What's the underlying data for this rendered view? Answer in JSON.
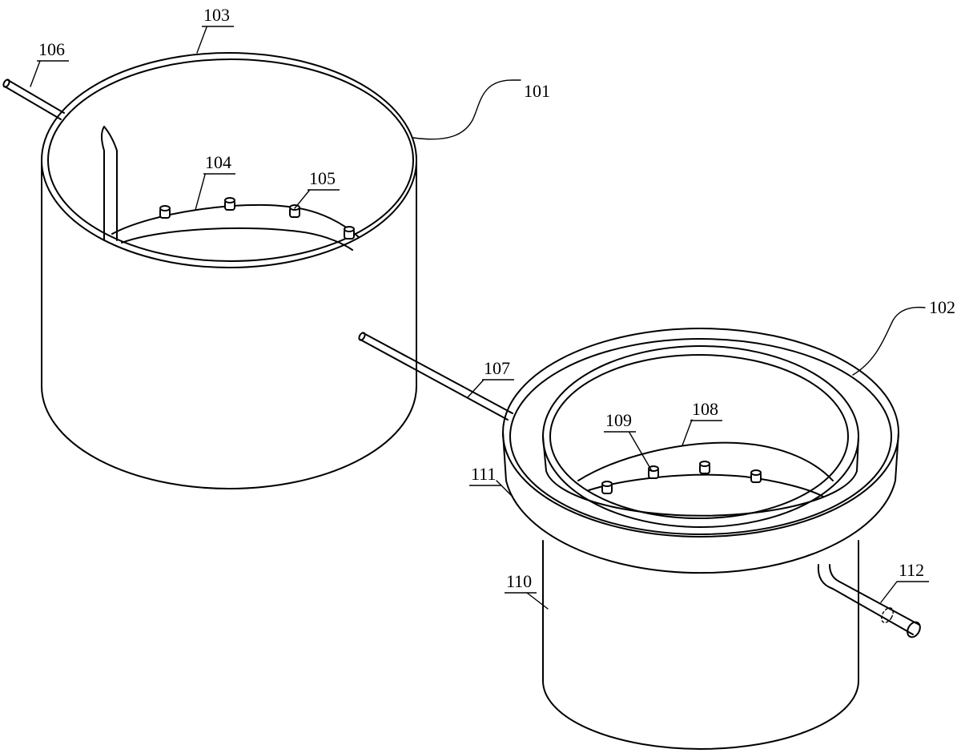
{
  "labels": {
    "l101": "101",
    "l102": "102",
    "l103": "103",
    "l104": "104",
    "l105": "105",
    "l106": "106",
    "l107": "107",
    "l108": "108",
    "l109": "109",
    "l110": "110",
    "l111": "111",
    "l112": "112"
  }
}
